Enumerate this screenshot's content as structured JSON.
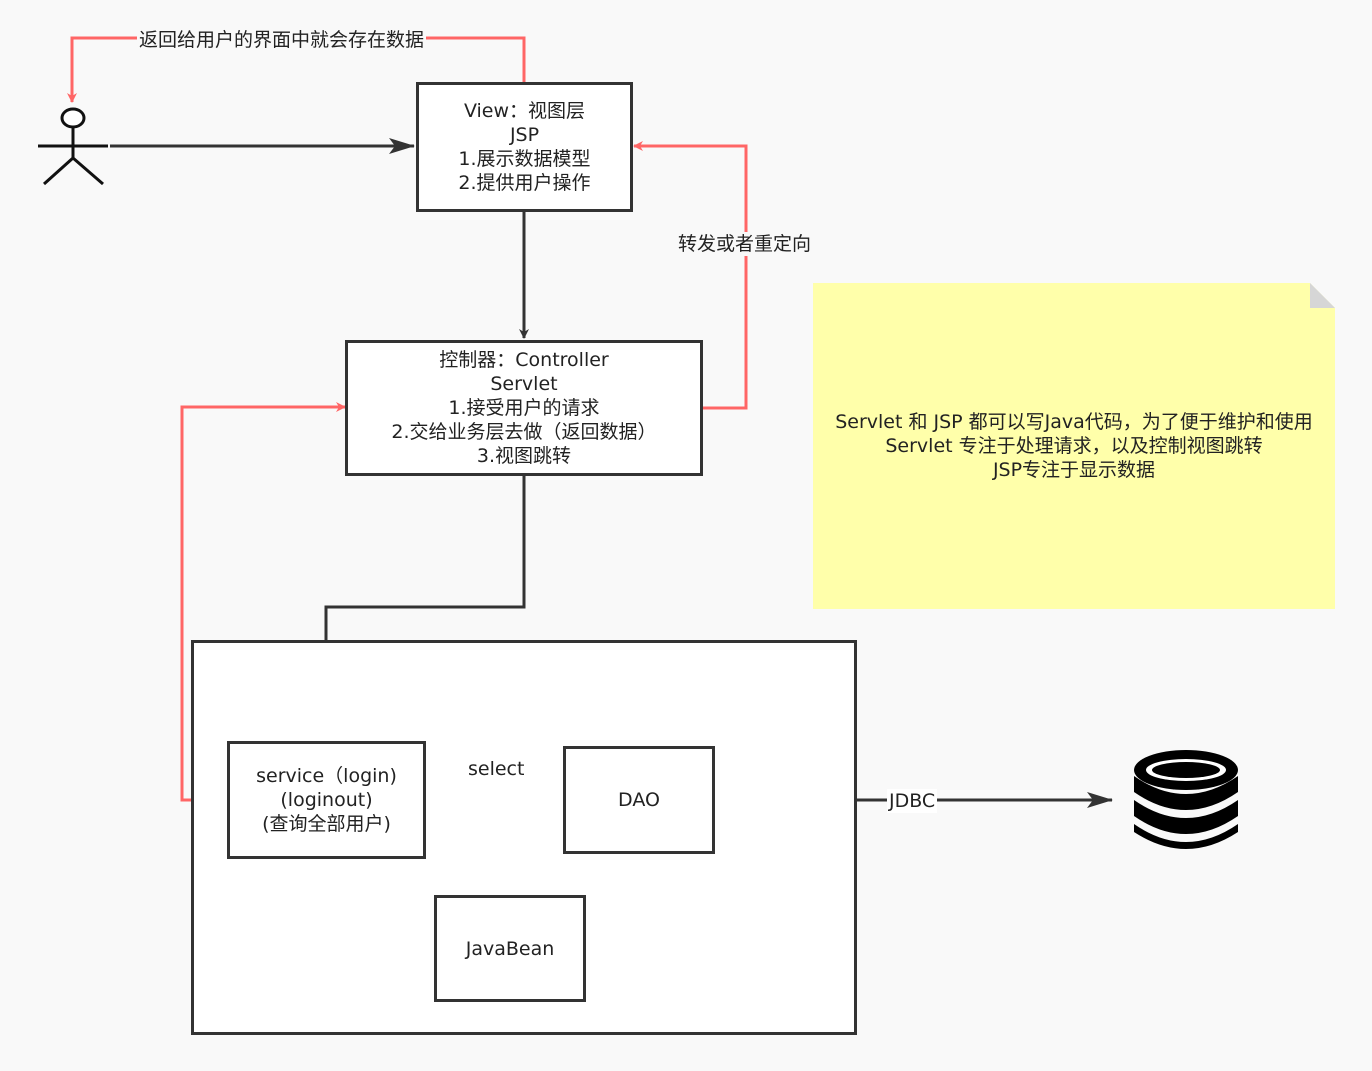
{
  "view_box": {
    "title": "View：视图层",
    "tech": "JSP",
    "line1": "1.展示数据模型",
    "line2": "2.提供用户操作"
  },
  "controller_box": {
    "title": "控制器：Controller",
    "tech": "Servlet",
    "line1": "1.接受用户的请求",
    "line2": "2.交给业务层去做（返回数据）",
    "line3": "3.视图跳转"
  },
  "service_box": {
    "line1": "service（login)",
    "line2": "(loginout)",
    "line3": "(查询全部用户)"
  },
  "dao_box": {
    "label": "DAO"
  },
  "javabean_box": {
    "label": "JavaBean"
  },
  "edge_labels": {
    "return_to_user": "返回给用户的界面中就会存在数据",
    "forward_redirect": "转发或者重定向",
    "select": "select",
    "jdbc": "JDBC"
  },
  "note": {
    "line1": "Servlet 和 JSP 都可以写Java代码，为了便于维护和使用",
    "line2": "Servlet 专注于处理请求，以及控制视图跳转",
    "line3": "JSP专注于显示数据"
  },
  "colors": {
    "red_arrow": "#ff6666",
    "dark_line": "#333333",
    "note_bg": "#ffffaa"
  },
  "icons": {
    "actor": "stick-figure-icon",
    "database": "database-icon"
  }
}
